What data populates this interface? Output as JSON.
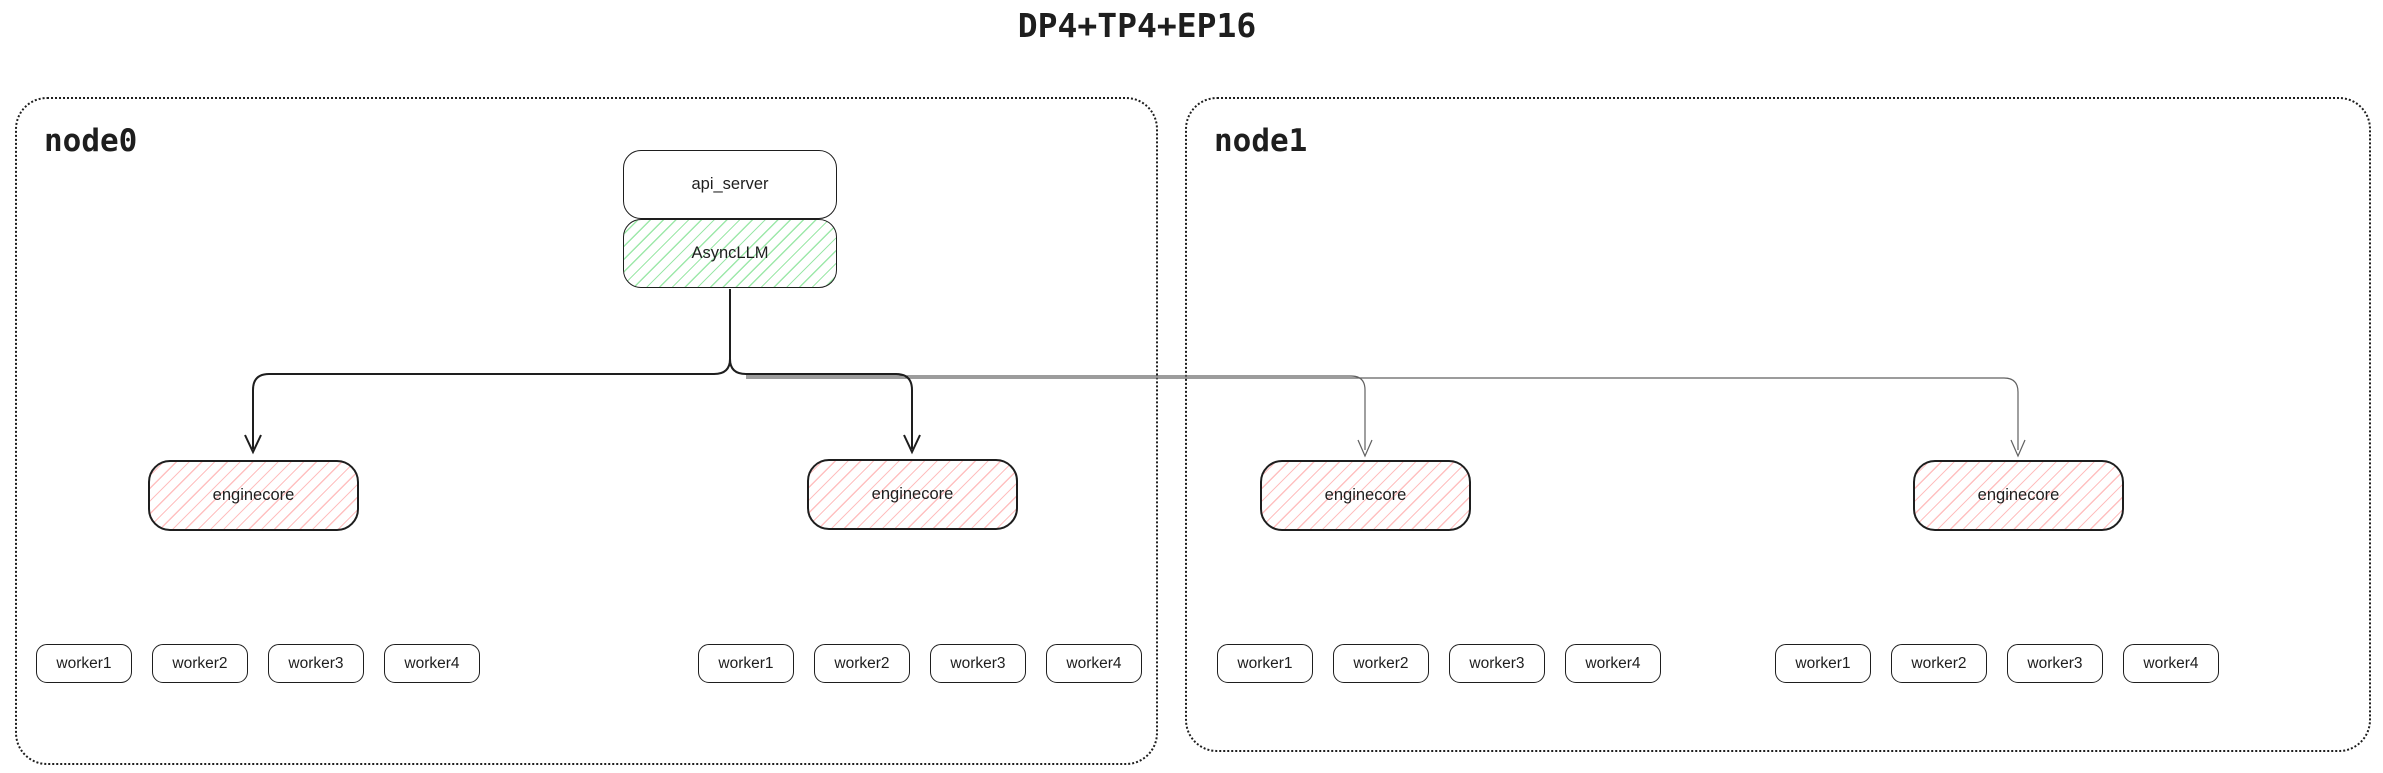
{
  "title": "DP4+TP4+EP16",
  "nodes": [
    {
      "label": "node0"
    },
    {
      "label": "node1"
    }
  ],
  "api_server": {
    "label": "api_server"
  },
  "async_llm": {
    "label": "AsyncLLM"
  },
  "enginecores": [
    {
      "label": "enginecore"
    },
    {
      "label": "enginecore"
    },
    {
      "label": "enginecore"
    },
    {
      "label": "enginecore"
    }
  ],
  "worker_groups": [
    {
      "node": "node0",
      "workers": [
        "worker1",
        "worker2",
        "worker3",
        "worker4"
      ]
    },
    {
      "node": "node0",
      "workers": [
        "worker1",
        "worker2",
        "worker3",
        "worker4"
      ]
    },
    {
      "node": "node1",
      "workers": [
        "worker1",
        "worker2",
        "worker3",
        "worker4"
      ]
    },
    {
      "node": "node1",
      "workers": [
        "worker1",
        "worker2",
        "worker3",
        "worker4"
      ]
    }
  ],
  "colors": {
    "stroke": "#1e1e1e",
    "thin_connector": "#606060",
    "green_hatch": "#69db7c",
    "red_hatch": "#ff8c8c",
    "background": "#ffffff"
  }
}
